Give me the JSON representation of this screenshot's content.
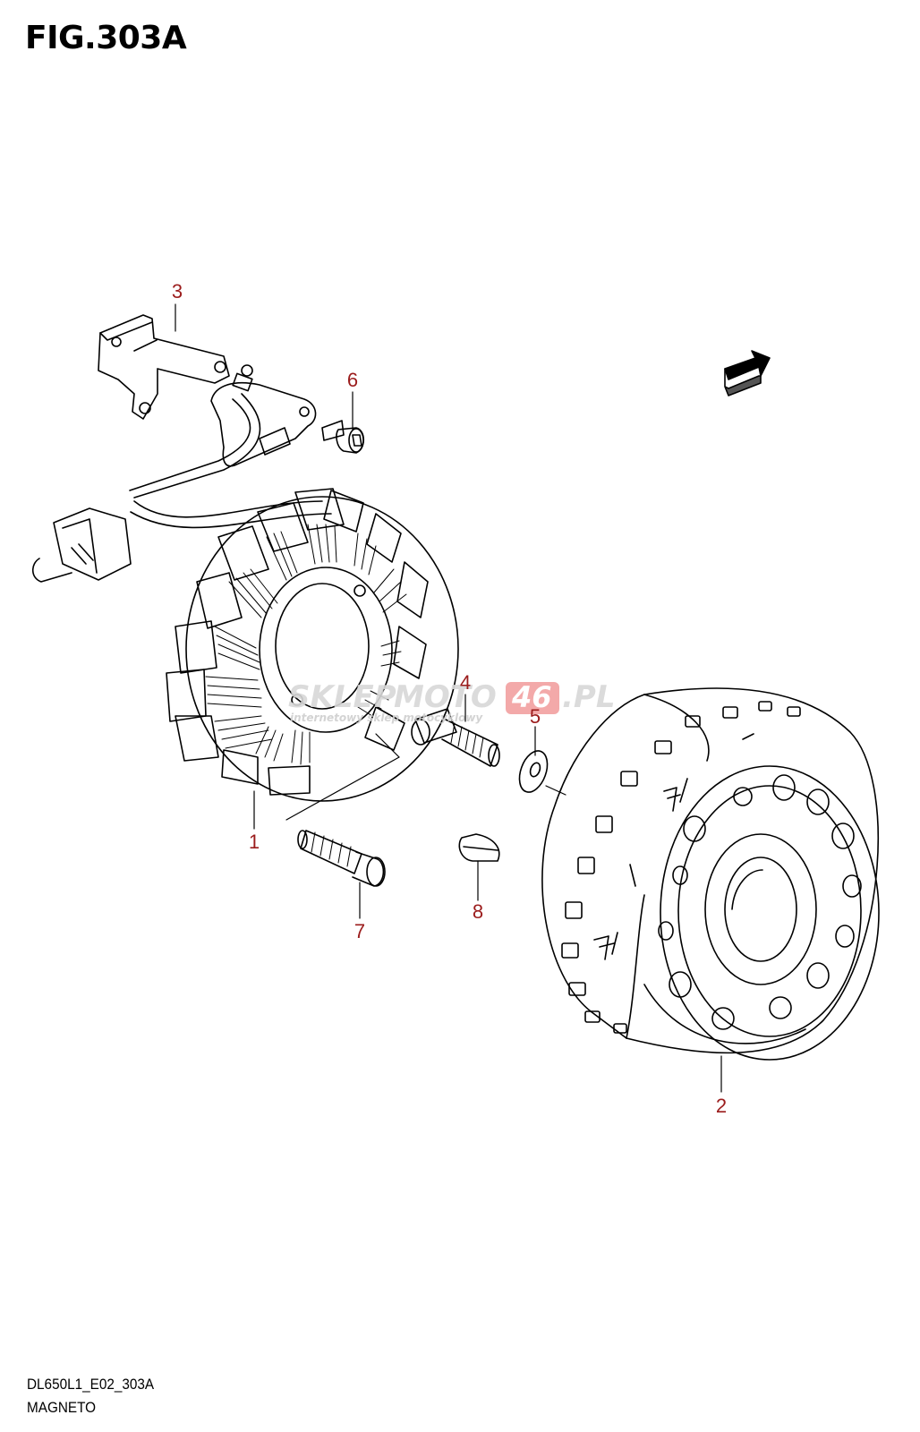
{
  "figure": {
    "title": "FIG.303A",
    "code": "DL650L1_E02_303A",
    "name": "MAGNETO"
  },
  "callouts": [
    {
      "id": "1",
      "label": "1"
    },
    {
      "id": "2",
      "label": "2"
    },
    {
      "id": "3",
      "label": "3"
    },
    {
      "id": "4",
      "label": "4"
    },
    {
      "id": "5",
      "label": "5"
    },
    {
      "id": "6",
      "label": "6"
    },
    {
      "id": "7",
      "label": "7"
    },
    {
      "id": "8",
      "label": "8"
    }
  ],
  "watermark": {
    "main_a": "SKLEP",
    "main_b": "MOTO",
    "main_c": "46",
    "main_d": ".PL",
    "sub": "internetowy sklep motocyklowy"
  },
  "colors": {
    "callout": "#9b1c1c",
    "line": "#000000",
    "watermark_gray": "#d8d8d8",
    "watermark_red": "#f2a0a0"
  },
  "icons": [
    "front-direction-arrow-icon"
  ]
}
